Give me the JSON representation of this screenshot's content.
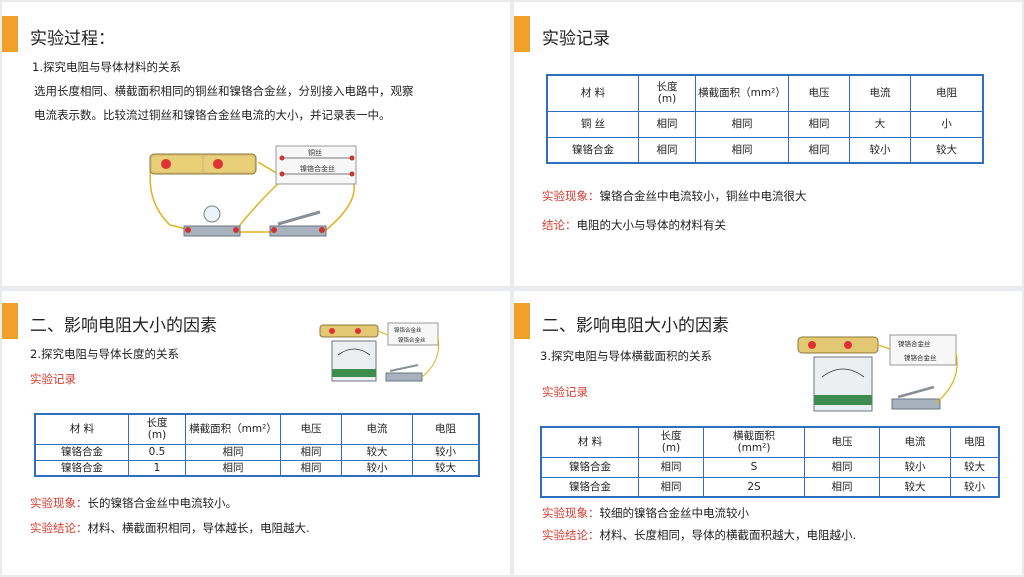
{
  "s1": {
    "title": "实验过程：",
    "sub": "1.探究电阻与导体材料的关系",
    "p1": "选用长度相同、横截面积相同的铜丝和镍铬合金丝，分别接入电路中，观察",
    "p2": "电流表示数。比较流过铜丝和镍铬合金丝电流的大小，并记录表一中。",
    "wire1": "铜丝",
    "wire2": "镍铬合金丝"
  },
  "s2": {
    "title": "实验记录",
    "headers": [
      "材 料",
      "长度\n(m)",
      "横截面积（mm²）",
      "电压",
      "电流",
      "电阻"
    ],
    "rows": [
      [
        "铜 丝",
        "相同",
        "相同",
        "相同",
        "大",
        "小"
      ],
      [
        "镍铬合金",
        "相同",
        "相同",
        "相同",
        "较小",
        "较大"
      ]
    ],
    "phen_label": "实验现象：",
    "phen_text": "镍铬合金丝中电流较小，铜丝中电流很大",
    "conc_label": "结论：",
    "conc_text": "电阻的大小与导体的材料有关"
  },
  "s3": {
    "title": "二、影响电阻大小的因素",
    "sub": "2.探究电阻与导体长度的关系",
    "rec": "实验记录",
    "wire1": "镍铬合金丝",
    "wire2": "镍铬合金丝",
    "headers": [
      "材 料",
      "长度\n(m)",
      "横截面积（mm²）",
      "电压",
      "电流",
      "电阻"
    ],
    "rows": [
      [
        "镍铬合金",
        "0.5",
        "相同",
        "相同",
        "较大",
        "较小"
      ],
      [
        "镍铬合金",
        "1",
        "相同",
        "相同",
        "较小",
        "较大"
      ]
    ],
    "phen_label": "实验现象：",
    "phen_text": "长的镍铬合金丝中电流较小。",
    "conc_label": "实验结论：",
    "conc_text": "材料、横截面积相同，导体越长，电阻越大."
  },
  "s4": {
    "title": "二、影响电阻大小的因素",
    "sub": "3.探究电阻与导体横截面积的关系",
    "rec": "实验记录",
    "wire1": "镍铬合金丝",
    "wire2": "镍铬合金丝",
    "headers": [
      "材 料",
      "长度\n(m)",
      "横截面积\n(mm²)",
      "电压",
      "电流",
      "电阻"
    ],
    "rows": [
      [
        "镍铬合金",
        "相同",
        "S",
        "相同",
        "较小",
        "较大"
      ],
      [
        "镍铬合金",
        "相同",
        "2S",
        "相同",
        "较大",
        "较小"
      ]
    ],
    "phen_label": "实验现象：",
    "phen_text": "较细的镍铬合金丝中电流较小",
    "conc_label": "实验结论：",
    "conc_text": "材料、长度相同，导体的横截面积越大，电阻越小."
  },
  "colors": {
    "accent": "#f0a12c",
    "table_border": "#2f6fbf",
    "label_red": "#d63a2f"
  }
}
